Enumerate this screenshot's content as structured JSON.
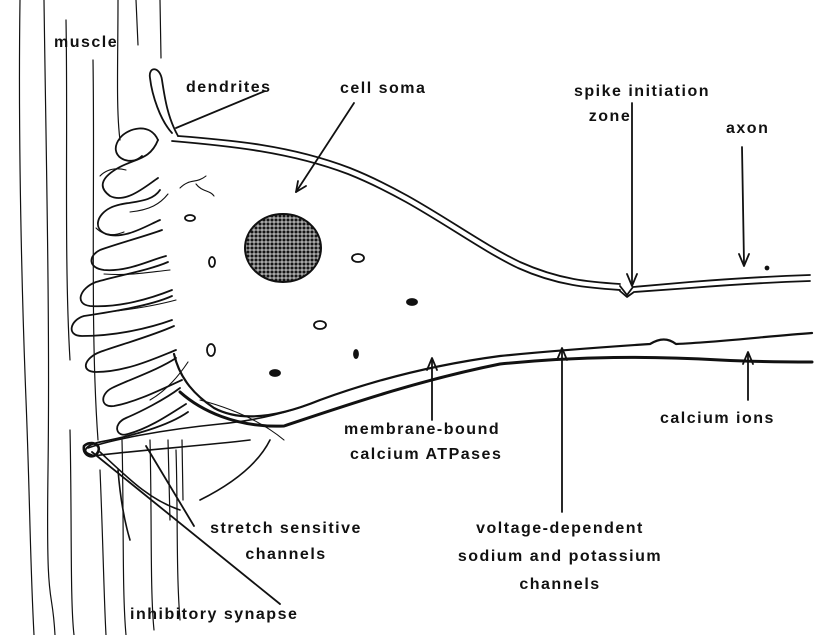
{
  "colors": {
    "ink": "#111111",
    "background": "#ffffff"
  },
  "labels": {
    "muscle": "muscle",
    "dendrites": "dendrites",
    "cell_soma": "cell soma",
    "spike_initiation_1": "spike initiation",
    "spike_initiation_2": "zone",
    "axon": "axon",
    "membrane_bound_1": "membrane-bound",
    "membrane_bound_2": "calcium ATPases",
    "calcium_ions": "calcium ions",
    "stretch_1": "stretch sensitive",
    "stretch_2": "channels",
    "voltage_1": "voltage-dependent",
    "voltage_2": "sodium and potassium",
    "voltage_3": "channels",
    "inhibitory": "inhibitory synapse"
  }
}
